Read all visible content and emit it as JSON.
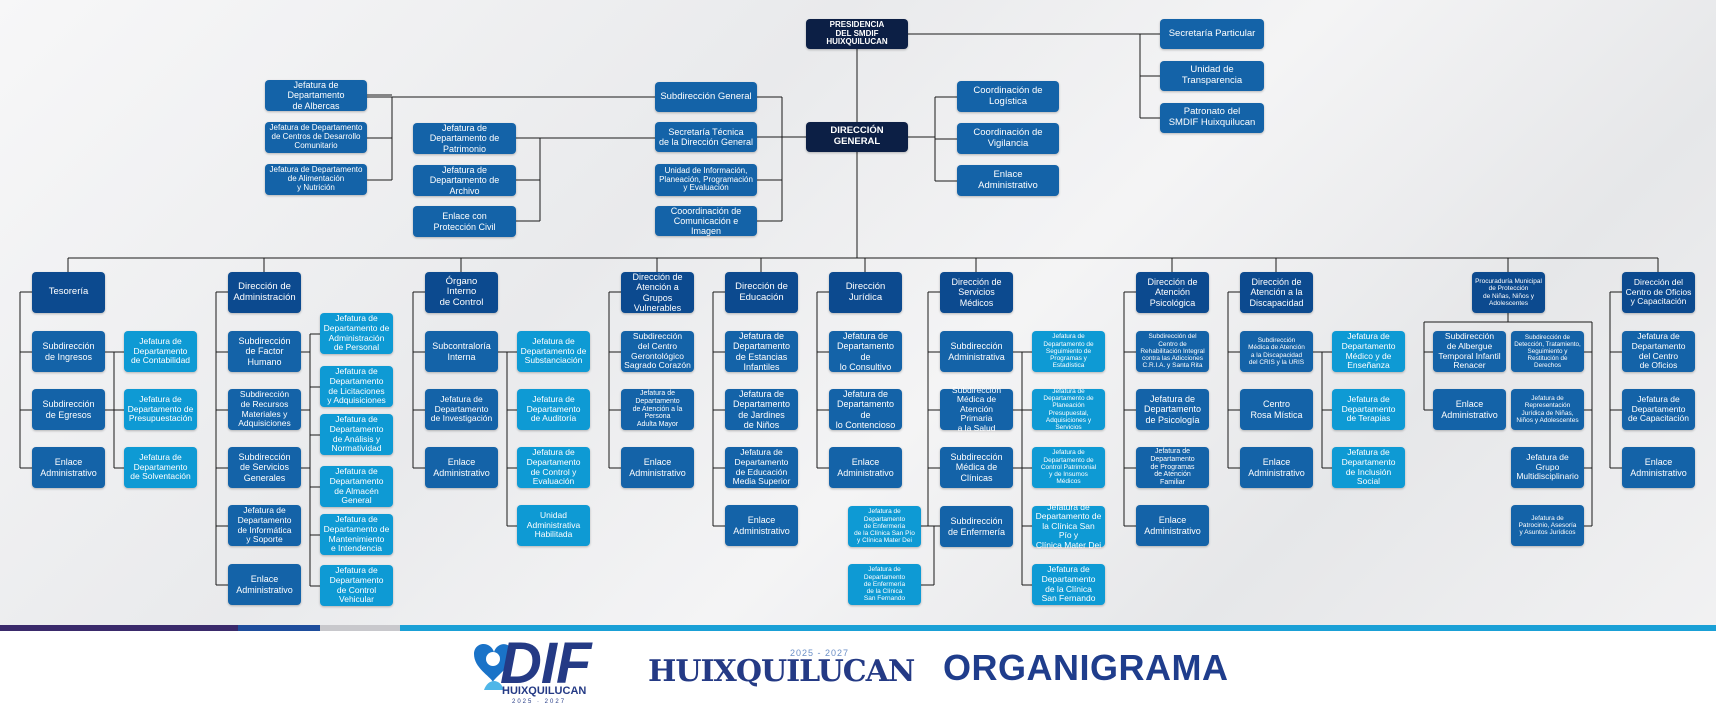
{
  "colors": {
    "navy": "#0c1f45",
    "dark": "#0c4a8f",
    "mid": "#1463a8",
    "light": "#0e9ad4",
    "line": "#1a1a1a"
  },
  "nodes": {
    "presidencia": "PRESIDENCIA\nDEL SMDIF HUIXQUILUCAN",
    "sec_particular": "Secretaría Particular",
    "transparencia": "Unidad de\nTransparencia",
    "patronato": "Patronato del\nSMDIF Huixquilucan",
    "direccion_general": "DIRECCIÓN GENERAL",
    "sub_general": "Subdirección General",
    "sec_tecnica": "Secretaría Técnica\nde la Dirección General",
    "unidad_info": "Unidad de Información,\nPlaneación, Programación\ny Evaluación",
    "coord_comunicacion": "Cooordinación de\nComunicación e Imagen",
    "coord_logistica": "Coordinación de\nLogística",
    "coord_vigilancia": "Coordinación de\nVigilancia",
    "enlace_dg": "Enlace\nAdministrativo",
    "jef_albercas": "Jefatura de\nDepartamento\nde Albercas",
    "jef_centros_desarrollo": "Jefatura de Departamento\nde Centros de Desarrollo\nComunitario",
    "jef_alimentacion": "Jefatura de Departamento\nde Alimentación\ny Nutrición",
    "jef_patrimonio": "Jefatura de\nDepartamento de\nPatrimonio",
    "jef_archivo": "Jefatura de\nDepartamento de\nArchivo",
    "enlace_proteccion": "Enlace con\nProtección Civil",
    "tesoreria": "Tesorería",
    "sub_ingresos": "Subdirección\nde Ingresos",
    "sub_egresos": "Subdirección\nde Egresos",
    "enlace_tes": "Enlace\nAdministrativo",
    "jef_contabilidad": "Jefatura de\nDepartamento\nde Contabilidad",
    "jef_presupuestacion": "Jefatura de\nDepartamento de\nPresupuestación",
    "jef_solventacion": "Jefatura de\nDepartamento\nde Solventación",
    "dir_admin": "Dirección de\nAdministración",
    "sub_factor": "Subdirección\nde Factor\nHumano",
    "sub_recursos": "Subdirección\nde Recursos\nMateriales y\nAdquisiciones",
    "sub_servicios": "Subdirección\nde Servicios\nGenerales",
    "jef_informatica": "Jefatura de\nDepartamento\nde Informática\ny Soporte",
    "enlace_admin": "Enlace\nAdministrativo",
    "jef_personal": "Jefatura de\nDepartamento de\nAdministración\nde Personal",
    "jef_licitaciones": "Jefatura de\nDepartamento\nde Licitaciones\ny Adquisiciones",
    "jef_analisis": "Jefatura de\nDepartamento\nde Análisis y\nNormatividad",
    "jef_almacen": "Jefatura de\nDepartamento\nde Almacén\nGeneral",
    "jef_mantenimiento": "Jefatura de\nDepartamento de\nMantenimiento\ne Intendencia",
    "jef_vehicular": "Jefatura de\nDepartamento\nde Control\nVehicular",
    "organo": "Órgano\nInterno\nde Control",
    "subcontraloria": "Subcontraloría\nInterna",
    "jef_investigacion": "Jefatura de\nDepartamento\nde Investigación",
    "enlace_oic": "Enlace\nAdministrativo",
    "jef_substanciacion": "Jefatura de\nDepartamento de\nSubstanciación",
    "jef_auditoria": "Jefatura de\nDepartamento\nde Auditoría",
    "jef_control_eval": "Jefatura de\nDepartamento\nde Control y\nEvaluación",
    "unidad_habilitada": "Unidad\nAdministrativa\nHabilitada",
    "dir_vulnerables": "Dirección de\nAtención a\nGrupos\nVulnerables",
    "sub_gerontologico": "Subdirección\ndel Centro\nGerontológico\nSagrado Corazón",
    "jef_adulta_mayor": "Jefatura de\nDepartamento\nde Atención a la\nPersona\nAdulta Mayor",
    "enlace_vul": "Enlace\nAdministrativo",
    "dir_educacion": "Dirección de\nEducación",
    "jef_estancias": "Jefatura de\nDepartamento\nde Estancias\nInfantiles",
    "jef_jardines": "Jefatura de\nDepartamento\nde Jardines\nde Niños",
    "jef_media_superior": "Jefatura de\nDepartamento\nde Educación\nMedia Superior",
    "enlace_edu": "Enlace\nAdministrativo",
    "dir_juridica": "Dirección\nJurídica",
    "jef_consultivo": "Jefatura de\nDepartamento de\nlo Consultivo",
    "jef_contencioso": "Jefatura de\nDepartamento de\nlo Contencioso",
    "enlace_jur": "Enlace\nAdministrativo",
    "enf_sanpio": "Jefatura de\nDepartamento\nde Enfermería\nde la Clínica San Pío\ny Clínica Mater Dei",
    "enf_sanfernando": "Jefatura de\nDepartamento\nde Enfermería\nde la Clínica\nSan Fernando",
    "dir_medicos": "Dirección de\nServicios\nMédicos",
    "sub_administrativa": "Subdirección\nAdministrativa",
    "sub_atencion_primaria": "Subdirección\nMédica de\nAtención Primaria\na la Salud",
    "sub_clinicas": "Subdirección\nMédica de\nClínicas",
    "sub_enfermeria": "Subdirección\nde Enfermería",
    "jef_seguimiento": "Jefatura de\nDepartamento de\nSeguimiento de\nProgramas y\nEstadística",
    "jef_planeacion": "Jefatura de\nDepartamento de\nPlaneación\nPresupuestal,\nAdquisiciones y Servicios",
    "jef_control_patrimonial": "Jefatura de\nDepartamento de\nControl Patrimonial\ny de Insumos\nMédicos",
    "jef_sanpio": "Jefatura de\nDepartamento de\nla Clínica San Pío y\nClínica Mater Dei",
    "jef_sanfernando": "Jefatura de\nDepartamento\nde la Clínica\nSan Fernando",
    "dir_psicologica": "Dirección de\nAtención\nPsicológica",
    "sub_cria": "Subdirección del\nCentro de\nRehabilitación Integral\ncontra las Adicciones\nC.R.I.A. y Santa Rita",
    "jef_psicologia": "Jefatura de\nDepartamento\nde Psicología",
    "jef_programas_familiar": "Jefatura de\nDepartamento\nde Programas\nde Atención\nFamiliar",
    "enlace_psi": "Enlace\nAdministrativo",
    "dir_discapacidad": "Dirección de\nAtención a la\nDiscapacidad",
    "sub_medica_disc": "Subdirección\nMédica de Atención\na la Discapacidad\ndel CRIS y la URIS",
    "centro_mistica": "Centro\nRosa Mística",
    "enlace_disc": "Enlace\nAdministrativo",
    "jef_medico_ensenanza": "Jefatura de\nDepartamento\nMédico y de\nEnseñanza",
    "jef_terapias": "Jefatura de\nDepartamento\nde Terapias",
    "jef_inclusion": "Jefatura de\nDepartamento\nde Inclusión\nSocial",
    "procuraduria": "Procuraduría Municipal\nde Protección\nde Niñas, Niños y\nAdolescentes",
    "sub_albergue": "Subdirección\nde Albergue\nTemporal Infantil\nRenacer",
    "enlace_proc": "Enlace\nAdministrativo",
    "sub_deteccion": "Subdirección de\nDetección, Tratamiento,\nSeguimiento y\nRestitución de\nDerechos",
    "jef_representacion": "Jefatura de\nRepresentación\nJurídica de Niñas,\nNiños y Adolescentes",
    "jef_multidisciplinario": "Jefatura de\nGrupo\nMultidisciplinario",
    "jef_patrocinio": "Jefatura de\nPatrocinio, Asesoría\ny Asuntos Jurídicos",
    "dir_oficios": "Dirección del\nCentro de Oficios\ny Capacitación",
    "jef_centro_oficios": "Jefatura de\nDepartamento\ndel Centro\nde Oficios",
    "jef_capacitacion": "Jefatura de\nDepartamento\nde Capacitación",
    "enlace_ofi": "Enlace\nAdministrativo"
  },
  "footer": {
    "dif_logo": "DIF",
    "dif_sub": "HUIXQUILUCAN",
    "dif_years": "2025 · 2027",
    "hx_years": "2025 - 2027",
    "hx_name": "HUIXQUILUCAN",
    "title": "ORGANIGRAMA"
  }
}
